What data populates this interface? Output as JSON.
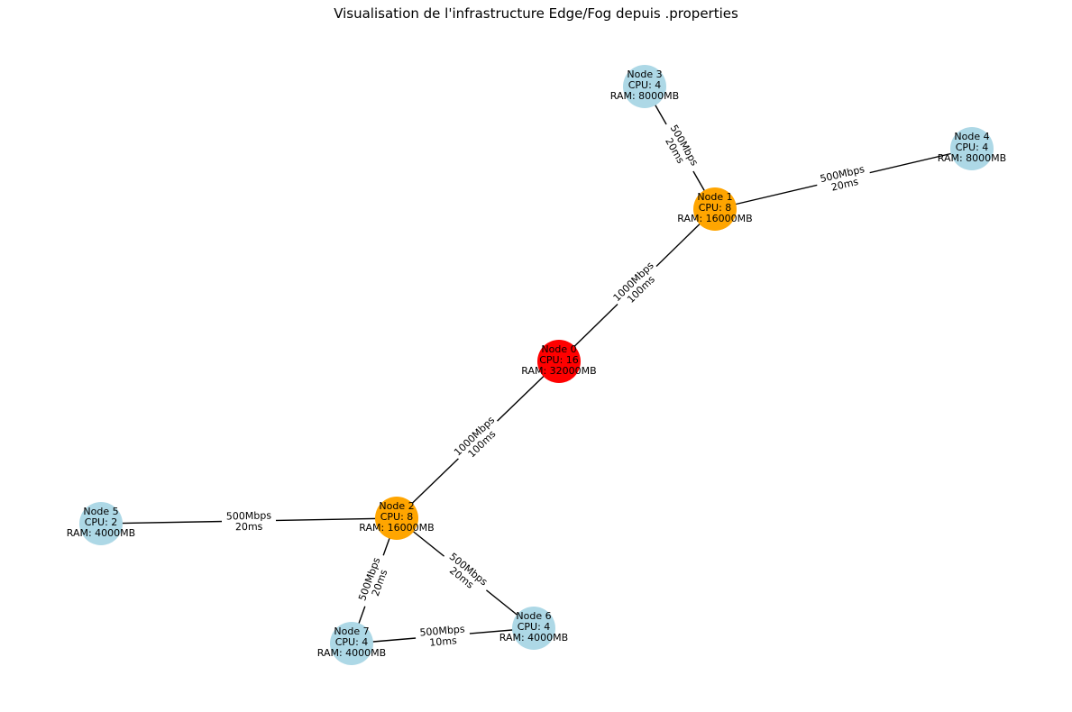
{
  "title": "Visualisation de l'infrastructure Edge/Fog depuis .properties",
  "colors": {
    "cloud": "#ff0000",
    "fog": "#ffa500",
    "edge": "#add8e6",
    "edge_line": "#000000",
    "text": "#000000"
  },
  "nodes": [
    {
      "id": "0",
      "name": "Node 0",
      "cpu": "CPU: 16",
      "ram": "RAM: 32000MB",
      "tier": "cloud"
    },
    {
      "id": "1",
      "name": "Node 1",
      "cpu": "CPU: 8",
      "ram": "RAM: 16000MB",
      "tier": "fog"
    },
    {
      "id": "2",
      "name": "Node 2",
      "cpu": "CPU: 8",
      "ram": "RAM: 16000MB",
      "tier": "fog"
    },
    {
      "id": "3",
      "name": "Node 3",
      "cpu": "CPU: 4",
      "ram": "RAM: 8000MB",
      "tier": "edge"
    },
    {
      "id": "4",
      "name": "Node 4",
      "cpu": "CPU: 4",
      "ram": "RAM: 8000MB",
      "tier": "edge"
    },
    {
      "id": "5",
      "name": "Node 5",
      "cpu": "CPU: 2",
      "ram": "RAM: 4000MB",
      "tier": "edge"
    },
    {
      "id": "6",
      "name": "Node 6",
      "cpu": "CPU: 4",
      "ram": "RAM: 4000MB",
      "tier": "edge"
    },
    {
      "id": "7",
      "name": "Node 7",
      "cpu": "CPU: 4",
      "ram": "RAM: 4000MB",
      "tier": "edge"
    }
  ],
  "edges": [
    {
      "from": "0",
      "to": "1",
      "bandwidth": "1000Mbps",
      "latency": "100ms"
    },
    {
      "from": "0",
      "to": "2",
      "bandwidth": "1000Mbps",
      "latency": "100ms"
    },
    {
      "from": "1",
      "to": "3",
      "bandwidth": "500Mbps",
      "latency": "20ms"
    },
    {
      "from": "1",
      "to": "4",
      "bandwidth": "500Mbps",
      "latency": "20ms"
    },
    {
      "from": "2",
      "to": "5",
      "bandwidth": "500Mbps",
      "latency": "20ms"
    },
    {
      "from": "2",
      "to": "6",
      "bandwidth": "500Mbps",
      "latency": "20ms"
    },
    {
      "from": "2",
      "to": "7",
      "bandwidth": "500Mbps",
      "latency": "20ms"
    },
    {
      "from": "6",
      "to": "7",
      "bandwidth": "500Mbps",
      "latency": "10ms"
    }
  ]
}
